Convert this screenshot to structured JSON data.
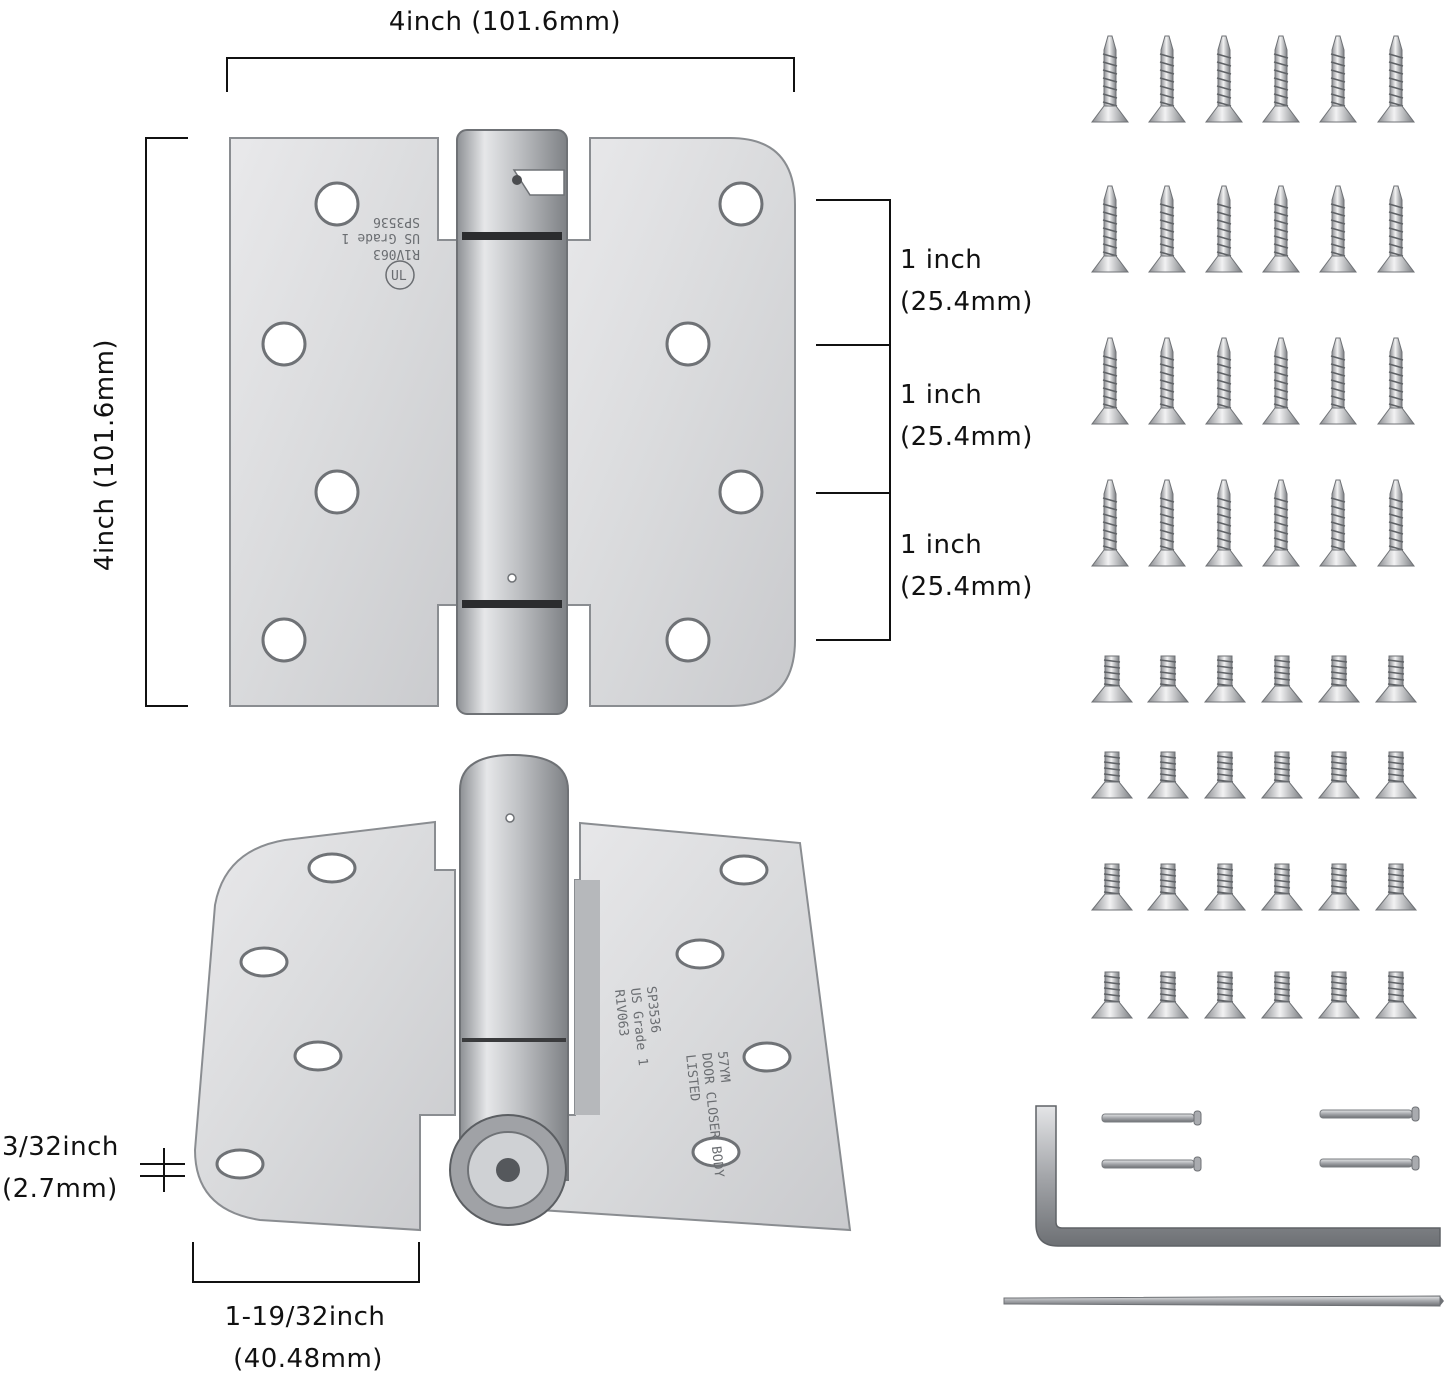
{
  "dimensions": {
    "top_width": "4inch (101.6mm)",
    "left_height": "4inch (101.6mm)",
    "spacing_1_inch": "1 inch",
    "spacing_1_mm": "(25.4mm)",
    "spacing_2_inch": "1 inch",
    "spacing_2_mm": "(25.4mm)",
    "spacing_3_inch": "1 inch",
    "spacing_3_mm": "(25.4mm)",
    "thickness_inch": "3/32inch",
    "thickness_mm": "(2.7mm)",
    "leaf_inch": "1-19/32inch",
    "leaf_mm": "(40.48mm)"
  },
  "engraving": {
    "line1": "R1V063",
    "line2": "US  Grade 1",
    "line3": "SP3536",
    "line4": "LISTED",
    "line5": "DOOR CLOSER BODY",
    "line6": "57YM",
    "logo": "UL"
  },
  "colors": {
    "steel_light": "#e4e4e6",
    "steel_mid": "#cfd0d3",
    "steel_dark": "#8e9195",
    "outline": "#6f7276"
  },
  "accessories": {
    "wood_screws": "wood-screw-icon",
    "machine_screws": "machine-screw-icon",
    "pins": "pin-icon",
    "hex_key": "hex-key-icon",
    "rod": "tension-rod-icon"
  }
}
